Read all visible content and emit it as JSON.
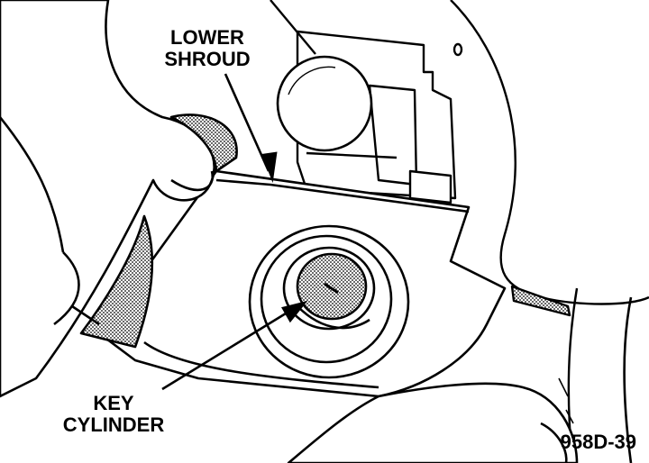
{
  "labels": {
    "lower_shroud_line1": "LOWER",
    "lower_shroud_line2": "SHROUD",
    "key_cylinder_line1": "KEY",
    "key_cylinder_line2": "CYLINDER"
  },
  "figure_id": "958D-39",
  "colors": {
    "ink": "#000000",
    "paper": "#ffffff",
    "hatch": "#555555"
  }
}
